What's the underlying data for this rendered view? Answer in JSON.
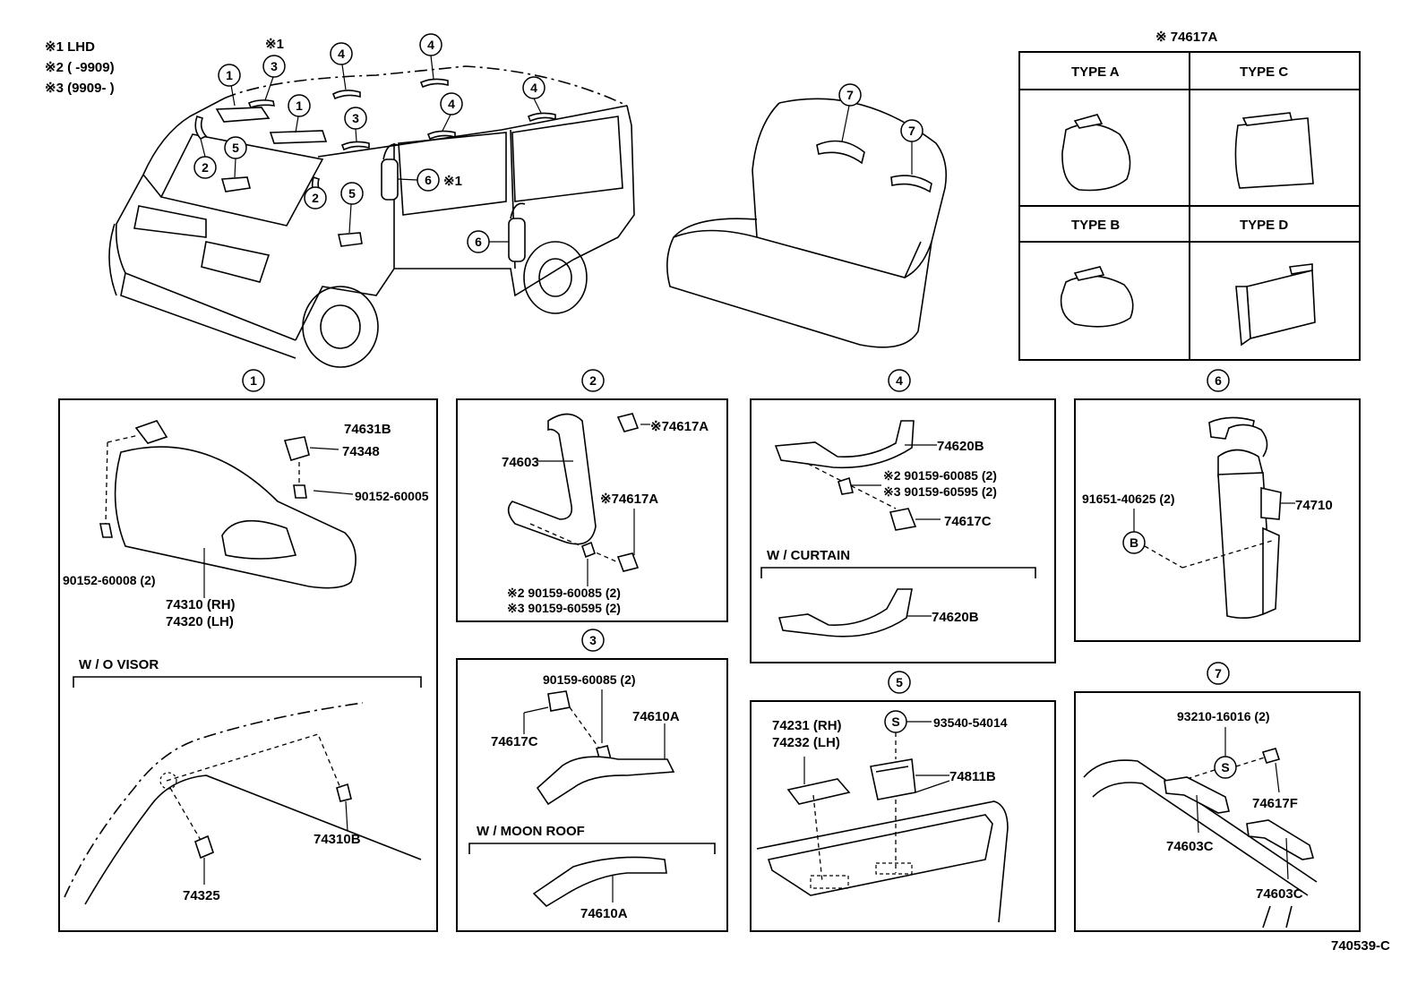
{
  "legend": {
    "l1": "※1 LHD",
    "l2": "※2 (      -9909)",
    "l3": "※3 (9909-      )",
    "star1_top": "※1",
    "six_note": "※1"
  },
  "callout_numbers": [
    "1",
    "2",
    "3",
    "4",
    "5",
    "6",
    "7"
  ],
  "type_table": {
    "title": "※ 74617A",
    "type_a": "TYPE  A",
    "type_b": "TYPE  B",
    "type_c": "TYPE  C",
    "type_d": "TYPE  D"
  },
  "panel1": {
    "p74631b": "74631B",
    "p74348": "74348",
    "p90152_60005": "90152-60005",
    "p90152_60008": "90152-60008 (2)",
    "p74310": "74310 (RH)",
    "p74320": "74320 (LH)",
    "wo_visor": "W / O  VISOR",
    "p74310b": "74310B",
    "p74325": "74325"
  },
  "panel2": {
    "p74617a_top": "※74617A",
    "p74603": "74603",
    "p74617a_mid": "※74617A",
    "p2_bolt": "※2  90159-60085 (2)",
    "p3_bolt": "※3  90159-60595 (2)"
  },
  "panel3": {
    "bolt": "90159-60085 (2)",
    "p74610a": "74610A",
    "p74617c": "74617C",
    "moon_roof": "W / MOON  ROOF",
    "p74610a_2": "74610A"
  },
  "panel4": {
    "p74620b": "74620B",
    "p2_bolt": "※2  90159-60085 (2)",
    "p3_bolt": "※3  90159-60595 (2)",
    "p74617c": "74617C",
    "curtain": "W / CURTAIN",
    "p74620b_2": "74620B"
  },
  "panel5": {
    "p74231": "74231 (RH)",
    "p74232": "74232 (LH)",
    "s_mark": "S",
    "p93540": "93540-54014",
    "p74811b": "74811B"
  },
  "panel6": {
    "p91651": "91651-40625 (2)",
    "b_mark": "B",
    "p74710": "74710"
  },
  "panel7": {
    "p93210": "93210-16016 (2)",
    "s_mark": "S",
    "p74617f": "74617F",
    "p74603c_1": "74603C",
    "p74603c_2": "74603C"
  },
  "ref_code": "740539-C"
}
